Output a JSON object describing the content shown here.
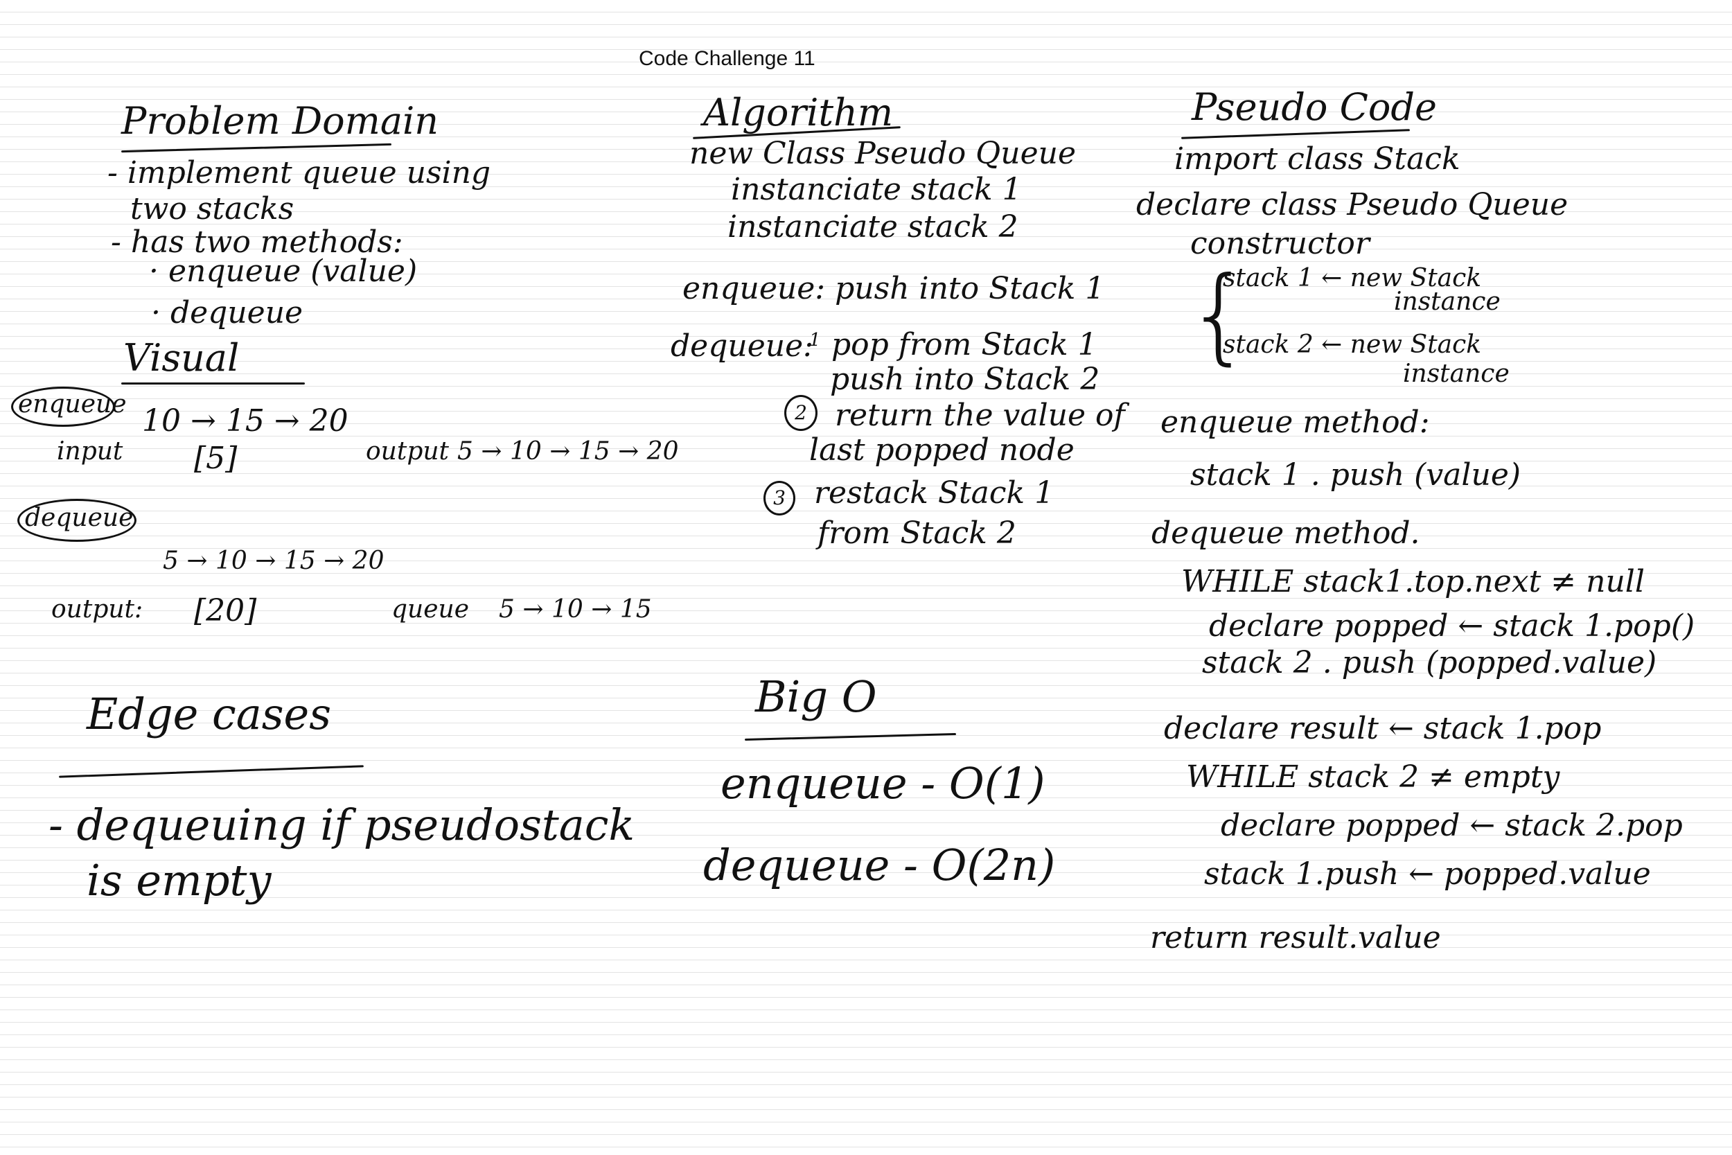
{
  "page": {
    "title": "Code Challenge 11"
  },
  "problem_domain": {
    "heading": "Problem Domain",
    "lines": [
      "- implement queue using",
      "two stacks",
      "- has two methods:",
      "· enqueue (value)",
      "· dequeue"
    ]
  },
  "visual": {
    "heading": "Visual",
    "enqueue_example": {
      "label": "enqueue",
      "queue": "10 → 15 → 20",
      "input_label": "input",
      "input_value": "[5]",
      "output_label": "output",
      "output_value": "5 → 10 → 15 → 20"
    },
    "dequeue_example": {
      "label": "dequeue",
      "queue": "5 → 10 → 15 → 20",
      "output_label": "output:",
      "output_value": "[20]",
      "queue_label": "queue",
      "queue_value": "5 → 10 → 15"
    }
  },
  "edge_cases": {
    "heading": "Edge cases",
    "lines": [
      "- dequeuing if pseudostack",
      "is empty"
    ]
  },
  "algorithm": {
    "heading": "Algorithm",
    "lines": [
      "new Class Pseudo Queue",
      "instanciate stack 1",
      "instanciate stack 2"
    ],
    "enqueue_line": "enqueue: push into Stack 1",
    "dequeue_label": "dequeue:",
    "steps": [
      {
        "number": "1",
        "lines": [
          "pop from Stack 1",
          "push into Stack 2"
        ]
      },
      {
        "number": "2",
        "lines": [
          "return the value of",
          "last popped node"
        ]
      },
      {
        "number": "3",
        "lines": [
          "restack Stack 1",
          "from Stack 2"
        ]
      }
    ]
  },
  "big_o": {
    "heading": "Big O",
    "lines": [
      "enqueue - O(1)",
      "dequeue - O(2n)"
    ]
  },
  "pseudo_code": {
    "heading": "Pseudo Code",
    "lines": [
      "import class Stack",
      "declare class Pseudo Queue",
      "constructor",
      "stack 1 ← new Stack",
      "instance",
      "stack 2 ← new Stack",
      "instance",
      "enqueue method:",
      "stack 1 . push (value)",
      "dequeue method.",
      "WHILE stack1.top.next ≠ null",
      "declare popped ← stack 1.pop()",
      "stack 2 . push (popped.value)",
      "declare result ← stack 1.pop",
      "WHILE stack 2 ≠ empty",
      "declare popped ← stack 2.pop",
      "stack 1.push ← popped.value",
      "return result.value"
    ]
  }
}
